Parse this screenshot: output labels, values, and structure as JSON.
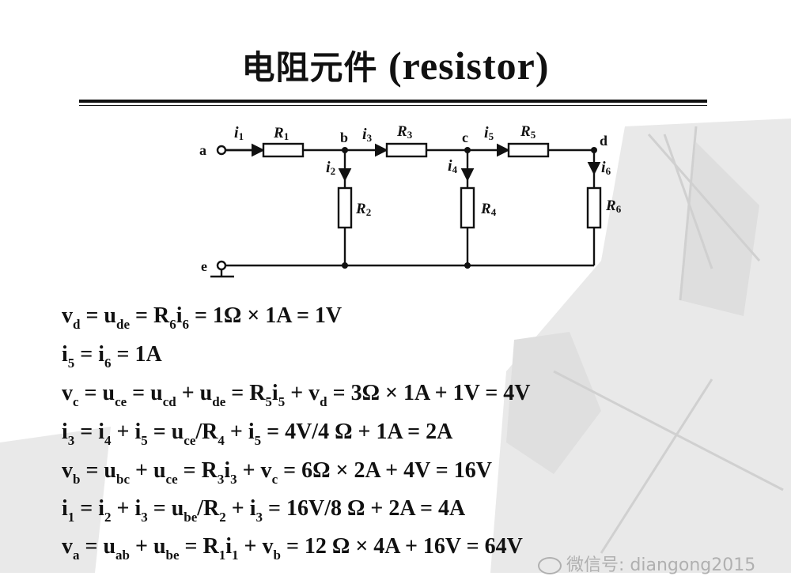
{
  "title": {
    "zh": "电阻元件",
    "en": " (resistor)"
  },
  "circuit": {
    "nodes": {
      "a": "a",
      "b": "b",
      "c": "c",
      "d": "d",
      "e": "e"
    },
    "resistors": {
      "r1": "R",
      "r1_sub": "1",
      "r2": "R",
      "r2_sub": "2",
      "r3": "R",
      "r3_sub": "3",
      "r4": "R",
      "r4_sub": "4",
      "r5": "R",
      "r5_sub": "5",
      "r6": "R",
      "r6_sub": "6"
    },
    "currents": {
      "i1": "i",
      "i1_sub": "1",
      "i2": "i",
      "i2_sub": "2",
      "i3": "i",
      "i3_sub": "3",
      "i4": "i",
      "i4_sub": "4",
      "i5": "i",
      "i5_sub": "5",
      "i6": "i",
      "i6_sub": "6"
    }
  },
  "equations": [
    [
      [
        "v",
        ""
      ],
      [
        "d",
        "s"
      ],
      [
        " = u",
        ""
      ],
      [
        "de",
        "s"
      ],
      [
        " = R",
        ""
      ],
      [
        "6",
        "s"
      ],
      [
        "i",
        ""
      ],
      [
        "6",
        "s"
      ],
      [
        " = 1Ω × 1A  = 1V",
        ""
      ]
    ],
    [
      [
        "i",
        ""
      ],
      [
        "5",
        "s"
      ],
      [
        " = i",
        ""
      ],
      [
        "6",
        "s"
      ],
      [
        " = 1A",
        ""
      ]
    ],
    [
      [
        "v",
        ""
      ],
      [
        "c",
        "s"
      ],
      [
        " = u",
        ""
      ],
      [
        "ce",
        "s"
      ],
      [
        " = u",
        ""
      ],
      [
        "cd",
        "s"
      ],
      [
        " + u",
        ""
      ],
      [
        "de",
        "s"
      ],
      [
        " = R",
        ""
      ],
      [
        "5",
        "s"
      ],
      [
        "i",
        ""
      ],
      [
        "5",
        "s"
      ],
      [
        " + v",
        ""
      ],
      [
        "d",
        "s"
      ],
      [
        " = 3Ω × 1A  + 1V  = 4V",
        ""
      ]
    ],
    [
      [
        "i",
        ""
      ],
      [
        "3",
        "s"
      ],
      [
        " = i",
        ""
      ],
      [
        "4",
        "s"
      ],
      [
        " + i",
        ""
      ],
      [
        "5",
        "s"
      ],
      [
        " = u",
        ""
      ],
      [
        "ce",
        "s"
      ],
      [
        "/R",
        ""
      ],
      [
        "4",
        "s"
      ],
      [
        " + i",
        ""
      ],
      [
        "5",
        "s"
      ],
      [
        " = 4V/4 Ω + 1A  = 2A",
        ""
      ]
    ],
    [
      [
        "v",
        ""
      ],
      [
        "b",
        "s"
      ],
      [
        " = u",
        ""
      ],
      [
        "bc",
        "s"
      ],
      [
        " + u",
        ""
      ],
      [
        "ce",
        "s"
      ],
      [
        " = R",
        ""
      ],
      [
        "3",
        "s"
      ],
      [
        "i",
        ""
      ],
      [
        "3",
        "s"
      ],
      [
        " + v",
        ""
      ],
      [
        "c",
        "s"
      ],
      [
        " = 6Ω × 2A  + 4V  = 16V",
        ""
      ]
    ],
    [
      [
        "i",
        ""
      ],
      [
        "1",
        "s"
      ],
      [
        " = i",
        ""
      ],
      [
        "2",
        "s"
      ],
      [
        " + i",
        ""
      ],
      [
        "3",
        "s"
      ],
      [
        " = u",
        ""
      ],
      [
        "be",
        "s"
      ],
      [
        "/R",
        ""
      ],
      [
        "2",
        "s"
      ],
      [
        " + i",
        ""
      ],
      [
        "3",
        "s"
      ],
      [
        " = 16V/8 Ω + 2A  = 4A",
        ""
      ]
    ],
    [
      [
        "v",
        ""
      ],
      [
        "a",
        "s"
      ],
      [
        " = u",
        ""
      ],
      [
        "ab",
        "s"
      ],
      [
        " + u",
        ""
      ],
      [
        "be",
        "s"
      ],
      [
        " = R",
        ""
      ],
      [
        "1",
        "s"
      ],
      [
        "i",
        ""
      ],
      [
        "1",
        "s"
      ],
      [
        " + v",
        ""
      ],
      [
        "b",
        "s"
      ],
      [
        " = 12 Ω × 4A  + 16V  = 64V",
        ""
      ]
    ]
  ],
  "watermark": "微信号: diangong2015"
}
